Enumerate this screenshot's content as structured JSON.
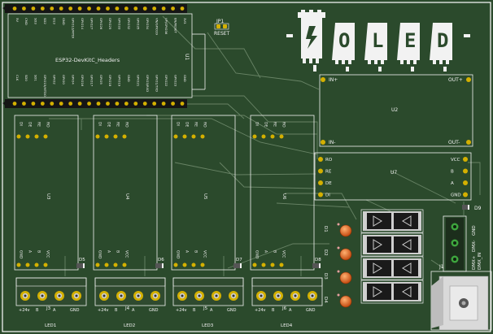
{
  "colors": {
    "board": "#2b4a2c",
    "board_edge": "#ffffff",
    "trace": "#6f8a6c",
    "silkscreen": "#f2f2f2",
    "pad_gold": "#d4b000",
    "header_black": "#151515",
    "led_orange": "#e06a20",
    "connector_green": "#3ea63e",
    "screw_terminal": "#cfcfcf",
    "jack_grey": "#d9d9d9"
  },
  "esp32": {
    "name": "ESP32-DevKitC_Headers",
    "designator": "U1",
    "top_pins": [
      "3V3",
      "EN",
      "SVP",
      "SVN",
      "IO34",
      "IO35",
      "IO32",
      "IO33",
      "IO25",
      "IO26",
      "IO27",
      "IO14",
      "IO12",
      "GND",
      "IO13",
      "SD2",
      "SD3",
      "CMD",
      "5V"
    ],
    "bottom_pins": [
      "GND",
      "IO23",
      "IO22",
      "TXD0",
      "RXD0",
      "IO21",
      "GND",
      "IO19",
      "IO18",
      "IO5",
      "IO17",
      "IO16",
      "IO4",
      "IO0",
      "IO2",
      "IO15",
      "SD1",
      "SD0",
      "CLK"
    ],
    "top_labels": [
      "5V",
      "CMD",
      "SD3",
      "SD2",
      "D13",
      "GND",
      "GPIO12/MTDI",
      "GPIO14",
      "GPIO27",
      "GPIO26",
      "GPIO25",
      "GPIO33",
      "GPIO32",
      "GPIO35",
      "GPIO34",
      "VN/GPIO39",
      "VP/GPIO36",
      "EN/RESET",
      "3V3"
    ],
    "bottom_labels": [
      "CLK",
      "SD0",
      "SD1",
      "GPIO15/MTDO",
      "GPIO2",
      "GPIO0",
      "GPIO4",
      "GPIO16",
      "GPIO17",
      "GPIO5",
      "GPIO18",
      "GPIO19",
      "GND",
      "GPIO21",
      "GPIO3/RXD",
      "GPIO1/TXD",
      "GPIO22",
      "GPIO23",
      "GND"
    ],
    "en_reset": "EN/RESET",
    "gnd": "GND"
  },
  "reset_jumper": {
    "designator": "JP1",
    "label": "RESET"
  },
  "logo": {
    "text": "OLED"
  },
  "u2": {
    "designator": "U2",
    "pins": [
      "IN+",
      "IN-",
      "OUT+",
      "OUT-"
    ]
  },
  "u7": {
    "designator": "U7",
    "left_pins": [
      "RO",
      "RE",
      "DE",
      "DI"
    ],
    "right_pins": [
      "VCC",
      "B",
      "A",
      "GND"
    ]
  },
  "drivers": [
    {
      "designator": "U3",
      "top_pins": [
        "DI",
        "DE",
        "RE",
        "RO"
      ],
      "bottom_pins": [
        "GND",
        "A",
        "B",
        "VCC"
      ],
      "diode": "D5",
      "terminal": "J3",
      "led": "LED1"
    },
    {
      "designator": "U4",
      "top_pins": [
        "DI",
        "DE",
        "RE",
        "RO"
      ],
      "bottom_pins": [
        "GND",
        "A",
        "B",
        "VCC"
      ],
      "diode": "D6",
      "terminal": "J4",
      "led": "LED2"
    },
    {
      "designator": "U5",
      "top_pins": [
        "DI",
        "DE",
        "RE",
        "RO"
      ],
      "bottom_pins": [
        "GND",
        "A",
        "B",
        "VCC"
      ],
      "diode": "D7",
      "terminal": "J5",
      "led": "LED3"
    },
    {
      "designator": "U6",
      "top_pins": [
        "DI",
        "DE",
        "RE",
        "RO"
      ],
      "bottom_pins": [
        "GND",
        "A",
        "B",
        "VCC"
      ],
      "diode": "D8",
      "terminal": "J6",
      "led": "LED4"
    }
  ],
  "terminal_pins": [
    "+24v",
    "B",
    "A",
    "GND"
  ],
  "status_leds": [
    "D1",
    "D2",
    "D3",
    "D4"
  ],
  "dmx": {
    "designator": "J1",
    "diode": "D9",
    "pin_labels": [
      "DMX+",
      "DMX-",
      "GND",
      "DMX_IN"
    ]
  }
}
